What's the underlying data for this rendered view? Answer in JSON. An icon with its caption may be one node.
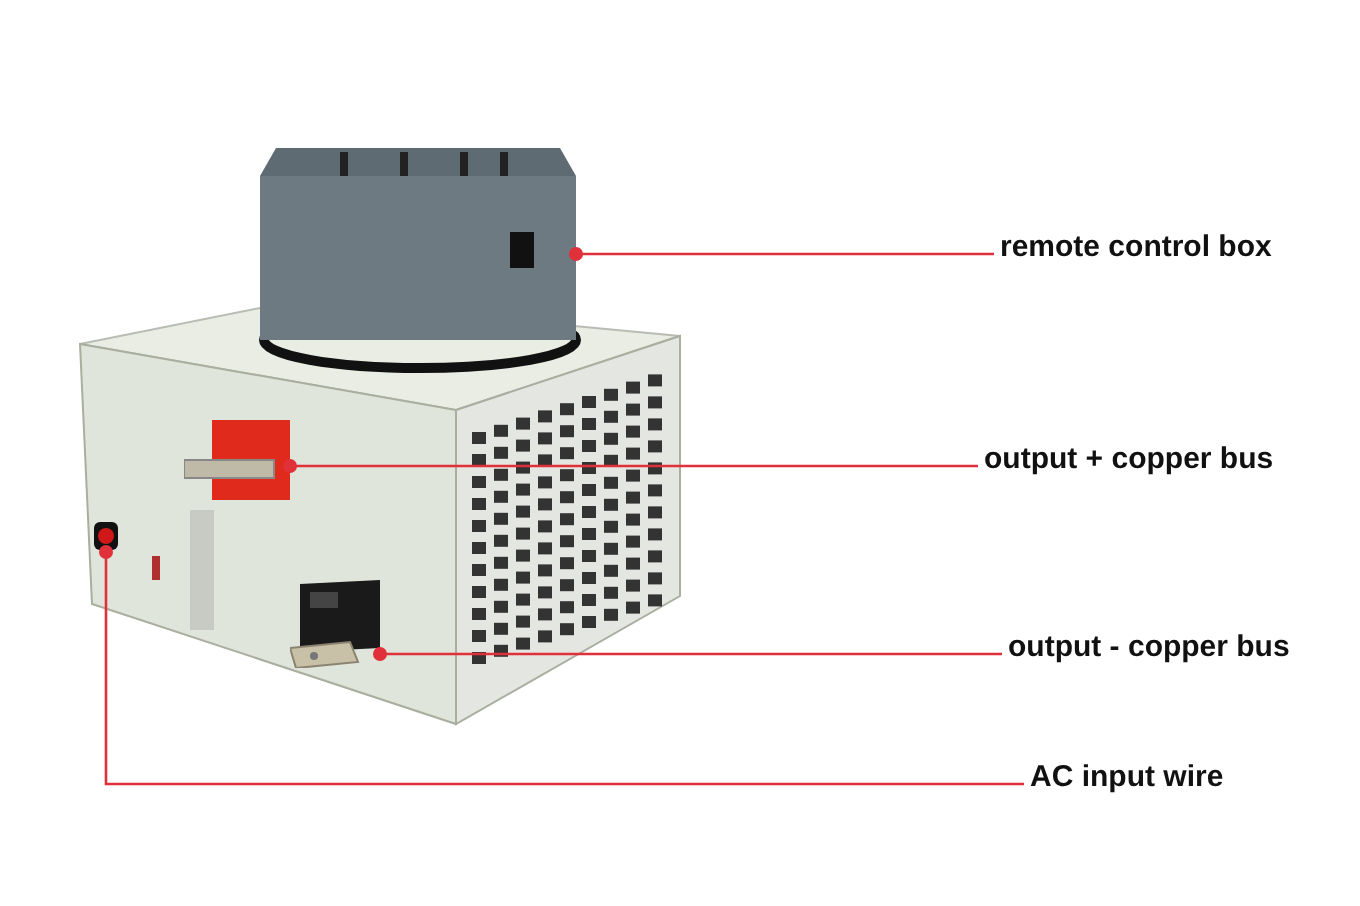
{
  "diagram": {
    "nodes": [
      {
        "text": [
          "remote control box"
        ]
      },
      {
        "text": [],
        "shape": "picture"
      },
      {
        "text": [
          "output + copper bus"
        ]
      },
      {
        "text": [],
        "shape": "picture"
      },
      {
        "text": [
          "output - copper bus"
        ]
      },
      {
        "text": [],
        "shape": "picture"
      },
      {
        "text": [
          "AC input wire"
        ]
      },
      {
        "text": [],
        "shape": "picture"
      }
    ],
    "edges": [
      {
        "from": 0,
        "to": 1,
        "arrow": "other",
        "color": "#e0303a"
      },
      {
        "from": 2,
        "to": 3,
        "arrow": "other",
        "color": "#e0303a"
      },
      {
        "from": 4,
        "to": 5,
        "arrow": "other",
        "color": "#e0303a"
      },
      {
        "from": 6,
        "to": 7,
        "arrow": "other",
        "color": "#e0303a"
      }
    ]
  }
}
